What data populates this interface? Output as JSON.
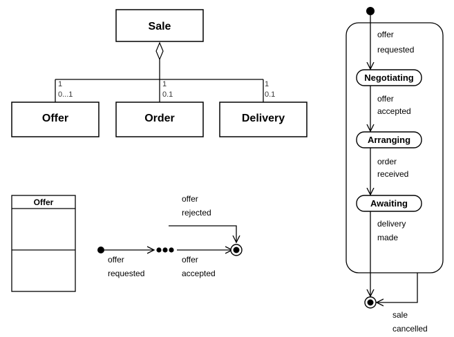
{
  "diagram": {
    "class_diagram": {
      "parent": "Sale",
      "children": [
        {
          "name": "Offer",
          "mult_top": "1",
          "mult_bottom": "0...1"
        },
        {
          "name": "Order",
          "mult_top": "1",
          "mult_bottom": "0.1"
        },
        {
          "name": "Delivery",
          "mult_top": "1",
          "mult_bottom": "0.1"
        }
      ]
    },
    "offer_class_box": {
      "title": "Offer"
    },
    "offer_states": {
      "start_label": [
        "offer",
        "requested"
      ],
      "rejected_label": [
        "offer",
        "rejected"
      ],
      "accepted_label": [
        "offer",
        "accepted"
      ]
    },
    "sale_states": {
      "states": [
        "Negotiating",
        "Arranging",
        "Awaiting"
      ],
      "transitions": [
        [
          "offer",
          "requested"
        ],
        [
          "offer",
          "accepted"
        ],
        [
          "order",
          "received"
        ],
        [
          "delivery",
          "made"
        ]
      ],
      "cancel_label": [
        "sale",
        "cancelled"
      ]
    }
  }
}
